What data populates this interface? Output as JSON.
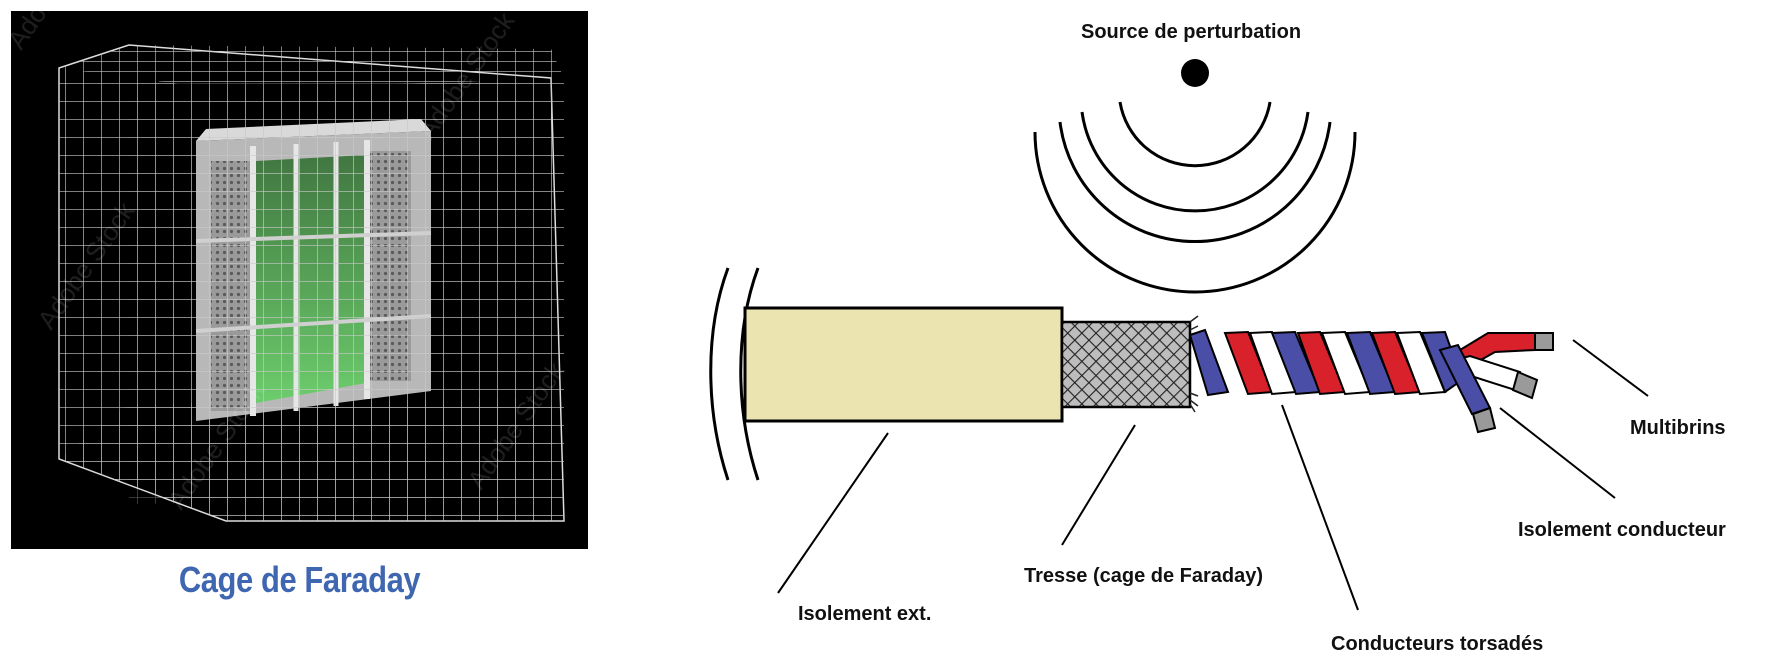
{
  "left_panel": {
    "caption": "Cage de Faraday",
    "caption_color": "#3f66b0",
    "watermark": "Adobe Stock"
  },
  "diagram": {
    "title": "Source de perturbation",
    "labels": {
      "outer_insulation": "Isolement ext.",
      "braid": "Tresse (cage de Faraday)",
      "twisted_conductors": "Conducteurs torsadés",
      "conductor_insulation": "Isolement conducteur",
      "strands": "Multibrins"
    },
    "colors": {
      "outer_insulation": "#ebe4b0",
      "red_conductor": "#d9212c",
      "blue_conductor": "#4a4ea6",
      "white_conductor": "#ffffff"
    }
  }
}
